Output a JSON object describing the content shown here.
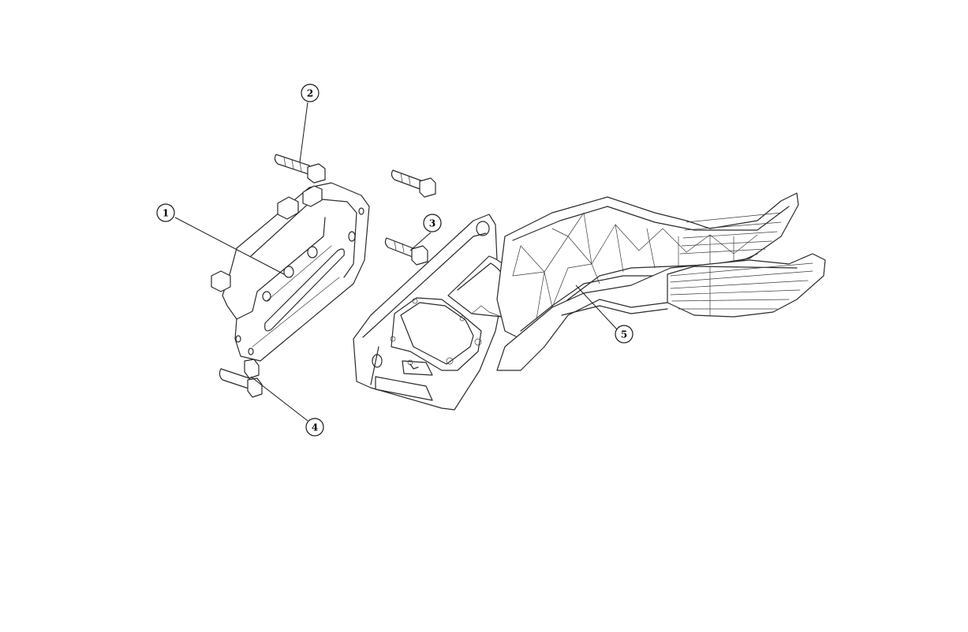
{
  "callouts": [
    {
      "id": "1",
      "label": "1"
    },
    {
      "id": "2",
      "label": "2"
    },
    {
      "id": "3",
      "label": "3"
    },
    {
      "id": "4",
      "label": "4"
    },
    {
      "id": "5",
      "label": "5"
    }
  ],
  "colors": {
    "line": "#2a2a2a",
    "background": "#ffffff"
  }
}
